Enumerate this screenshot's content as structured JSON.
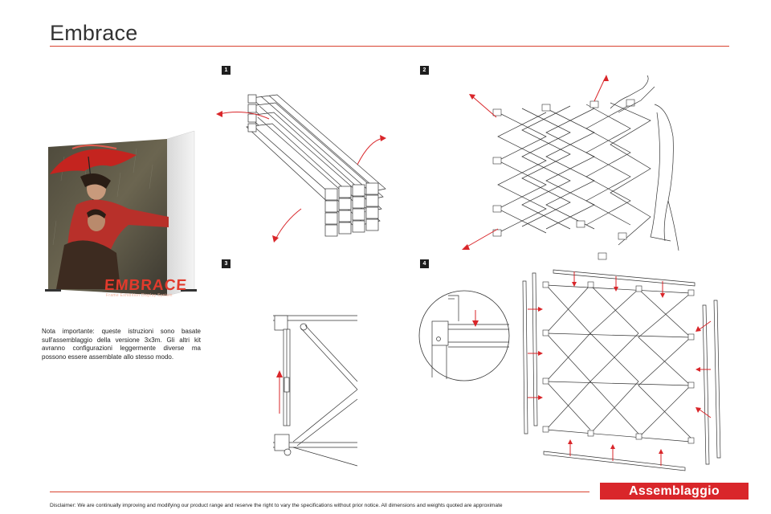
{
  "page": {
    "title": "Embrace",
    "section_label": "Assemblaggio",
    "disclaimer": "Disclaimer: We are continually improving and modifying our product range and reserve the right to vary the specifications without prior notice. All dimensions and weights quoted are approximate"
  },
  "product_image": {
    "banner_text": "EMBRACE",
    "banner_subtext": "Frame Exhibition Display System"
  },
  "note": {
    "text": "Nota importante: queste istruzioni sono basate sull'assemblaggio della versione 3x3m. Gli altri kit avranno configurazioni leggermente diverse ma possono essere assemblate allo stesso modo."
  },
  "steps": [
    {
      "number": "1"
    },
    {
      "number": "2"
    },
    {
      "number": "3"
    },
    {
      "number": "4"
    }
  ],
  "colors": {
    "accent": "#d9262a",
    "rule": "#d9432f",
    "arrow": "#d9262a"
  }
}
